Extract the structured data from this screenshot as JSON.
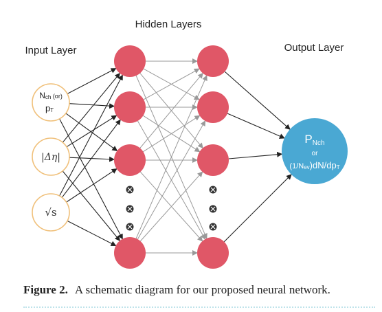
{
  "labels": {
    "hidden": "Hidden Layers",
    "input": "Input Layer",
    "output": "Output Layer"
  },
  "inputs": {
    "n1_line1_main": "N",
    "n1_line1_sub": "ch",
    "n1_line1_or": " (or)",
    "n1_line2_main": "p",
    "n1_line2_sub": "T",
    "n2": "|Δη|",
    "n3": "√s"
  },
  "output_node": {
    "top_main": "P",
    "top_sub": "Nch",
    "mid": "or",
    "bot_pre": "(1/N",
    "bot_sub": "ev",
    "bot_post": ")dN/dp",
    "bot_sub2": "T"
  },
  "caption": {
    "label": "Figure 2.",
    "text": "A schematic diagram for our proposed neural network."
  },
  "colors": {
    "input_ring": "#f0c07a",
    "hidden_fill": "#e05767",
    "output_fill": "#4aa8d3",
    "edge_dark": "#222222",
    "edge_light": "#999999"
  }
}
